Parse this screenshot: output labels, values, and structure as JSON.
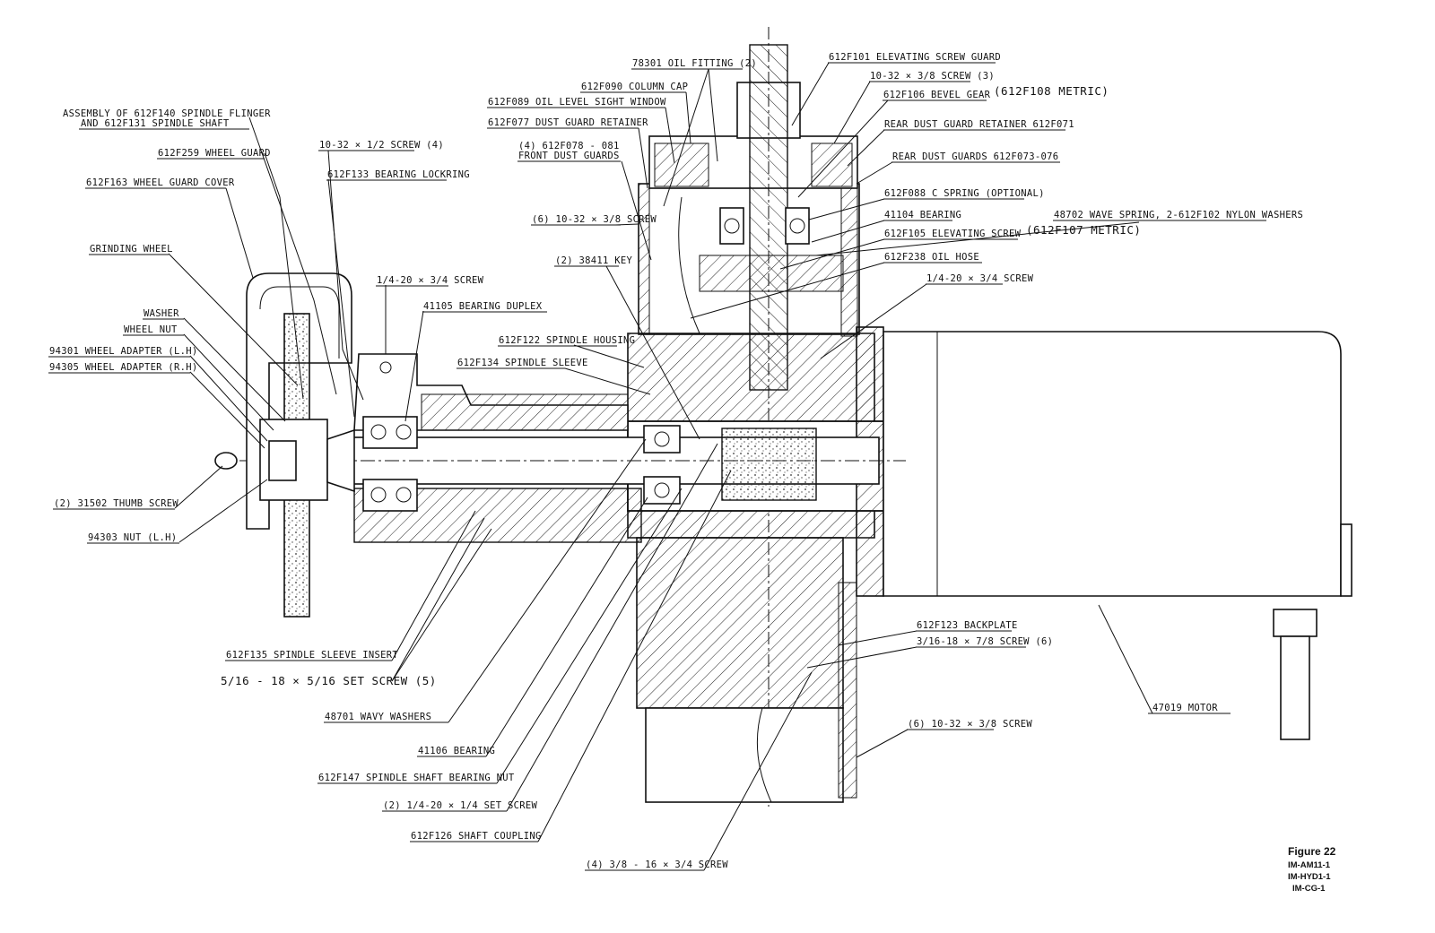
{
  "figure": {
    "title": "Figure 22",
    "refs": [
      "IM-AM11-1",
      "IM-HYD1-1",
      "IM-CG-1"
    ]
  },
  "labels_left": [
    "ASSEMBLY OF 612F140 SPINDLE FLINGER",
    "AND 612F131 SPINDLE SHAFT",
    "612F259 WHEEL GUARD",
    "612F163 WHEEL GUARD COVER",
    "GRINDING WHEEL",
    "WASHER",
    "WHEEL NUT",
    "94301 WHEEL ADAPTER (L.H)",
    "94305 WHEEL ADAPTER (R.H)",
    "(2) 31502 THUMB SCREW",
    "94303 NUT (L.H)"
  ],
  "labels_center_top": [
    "10-32 × 1/2 SCREW (4)",
    "612F133 BEARING LOCKRING",
    "1/4-20 × 3/4 SCREW",
    "41105 BEARING DUPLEX",
    "612F122 SPINDLE HOUSING",
    "612F134 SPINDLE SLEEVE",
    "(2) 38411 KEY",
    "(6) 10-32 × 3/8 SCREW",
    "(4) 612F078 - 081",
    "FRONT DUST GUARDS",
    "612F077 DUST GUARD RETAINER",
    "612F089 OIL LEVEL SIGHT WINDOW",
    "612F090 COLUMN CAP",
    "78301 OIL FITTING (2)"
  ],
  "labels_right": [
    "612F101 ELEVATING SCREW GUARD",
    "10-32 × 3/8 SCREW (3)",
    "612F106 BEVEL GEAR",
    "(612F108 METRIC)",
    "REAR DUST GUARD RETAINER 612F071",
    "REAR DUST GUARDS 612F073-076",
    "612F088 C SPRING (OPTIONAL)",
    "41104 BEARING",
    "48702 WAVE SPRING, 2-612F102 NYLON WASHERS",
    "612F105 ELEVATING SCREW",
    "(612F107 METRIC)",
    "612F238 OIL HOSE",
    "1/4-20 × 3/4 SCREW",
    "612F123 BACKPLATE",
    "3/16-18 × 7/8 SCREW (6)",
    "(6) 10-32 × 3/8 SCREW",
    "47019 MOTOR"
  ],
  "labels_bottom": [
    "612F135 SPINDLE SLEEVE INSERT",
    "5/16 - 18 × 5/16 SET SCREW (5)",
    "48701 WAVY WASHERS",
    "41106 BEARING",
    "612F147 SPINDLE SHAFT BEARING NUT",
    "(2) 1/4-20 × 1/4 SET SCREW",
    "612F126 SHAFT COUPLING",
    "(4) 3/8 - 16 × 3/4 SCREW"
  ]
}
